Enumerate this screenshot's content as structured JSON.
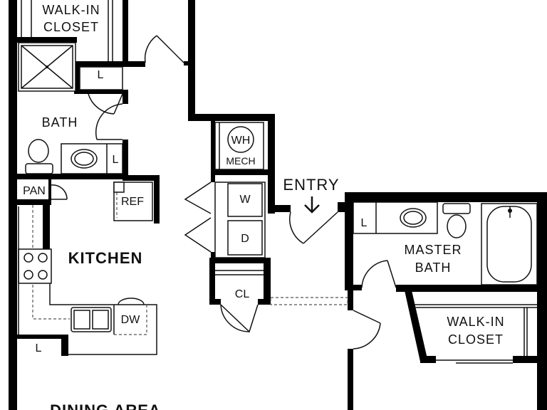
{
  "labels": {
    "walk_in_closet_top_1": "WALK-IN",
    "walk_in_closet_top_2": "CLOSET",
    "linen_top": "L",
    "bath": "BATH",
    "linen_bath": "L",
    "pantry": "PAN",
    "refrigerator": "REF",
    "water_heater": "WH",
    "mech": "MECH",
    "washer": "W",
    "dryer": "D",
    "entry": "ENTRY",
    "kitchen": "KITCHEN",
    "closet": "CL",
    "dishwasher": "DW",
    "linen_kitchen": "L",
    "dining_area": "DINING AREA",
    "linen_master": "L",
    "master_bath_1": "MASTER",
    "master_bath_2": "BATH",
    "walk_in_closet_master_1": "WALK-IN",
    "walk_in_closet_master_2": "CLOSET"
  },
  "colors": {
    "wall": "#000000",
    "background": "#ffffff",
    "line": "#111111"
  }
}
